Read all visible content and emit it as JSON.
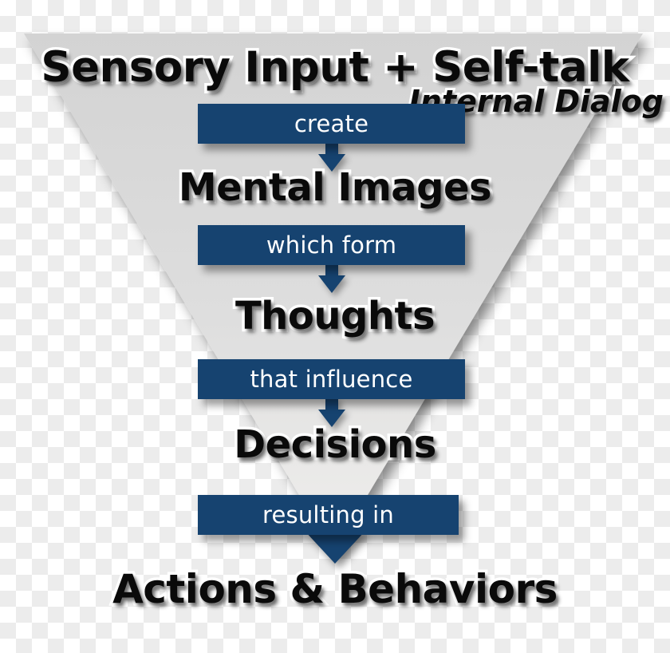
{
  "diagram": {
    "title": "Sensory Input + Self-talk",
    "subtitle": "Internal Dialog",
    "shape": "inverted-triangle-funnel",
    "colors": {
      "connector_blue": "#164370",
      "funnel_gray_top": "#d6d6d6",
      "funnel_gray_bottom": "#ececea",
      "stage_text": "#0a0a0a",
      "stage_outline": "#ffffff",
      "connector_text": "#ffffff",
      "checker_light": "#ffffff",
      "checker_dark": "#ececec"
    },
    "stages": [
      {
        "label": "Sensory Input + Self-talk"
      },
      {
        "label": "Mental Images"
      },
      {
        "label": "Thoughts"
      },
      {
        "label": "Decisions"
      },
      {
        "label": "Actions & Behaviors"
      }
    ],
    "connectors": [
      {
        "label": "create"
      },
      {
        "label": "which form"
      },
      {
        "label": "that influence"
      },
      {
        "label": "resulting in"
      }
    ],
    "icons": {
      "arrow": "arrow-down-icon"
    }
  }
}
